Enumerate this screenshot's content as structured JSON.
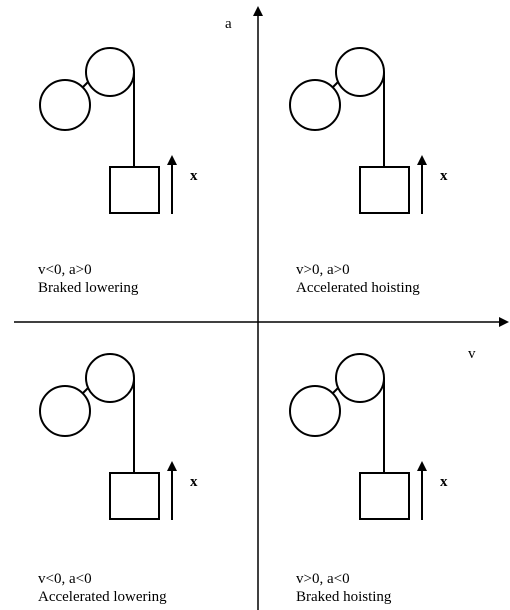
{
  "axes": {
    "vertical_label": "a",
    "horizontal_label": "v"
  },
  "displacement_label": "x",
  "quadrants": [
    {
      "id": "top-left",
      "condition": "v<0, a>0",
      "mode": "Braked lowering"
    },
    {
      "id": "top-right",
      "condition": "v>0, a>0",
      "mode": "Accelerated hoisting"
    },
    {
      "id": "bottom-left",
      "condition": "v<0, a<0",
      "mode": "Accelerated lowering"
    },
    {
      "id": "bottom-right",
      "condition": "v>0, a<0",
      "mode": "Braked hoisting"
    }
  ]
}
